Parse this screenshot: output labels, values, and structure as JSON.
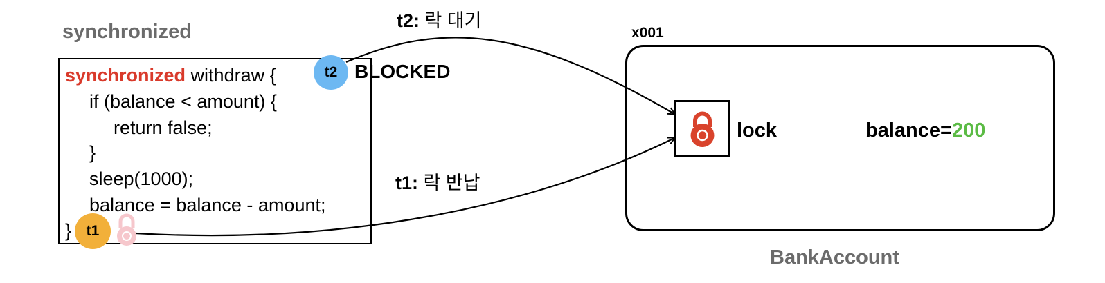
{
  "section_title": "synchronized",
  "code": {
    "keyword": "synchronized",
    "lines": [
      " withdraw {",
      "if (balance < amount) {",
      "return false;",
      "}",
      "sleep(1000);",
      "balance = balance - amount;",
      "}"
    ]
  },
  "threads": {
    "t2": {
      "label": "t2",
      "state": "BLOCKED",
      "arrow_label_bold": "t2:",
      "arrow_label_text": " 락 대기"
    },
    "t1": {
      "label": "t1",
      "arrow_label_bold": "t1:",
      "arrow_label_text": " 락 반납"
    }
  },
  "object": {
    "id": "x001",
    "name": "BankAccount",
    "lock_label": "lock",
    "balance_label": "balance=",
    "balance_value": "200"
  },
  "colors": {
    "keyword": "#d93a2b",
    "t1_circle": "#f2b03a",
    "t2_circle": "#6db8f2",
    "lock_active": "#d9432c",
    "lock_faded": "#f6c7cc",
    "balance_value": "#5bbb45",
    "section_title": "#6b6b6b"
  },
  "icons": [
    "lock-icon-active",
    "lock-icon-faded"
  ]
}
